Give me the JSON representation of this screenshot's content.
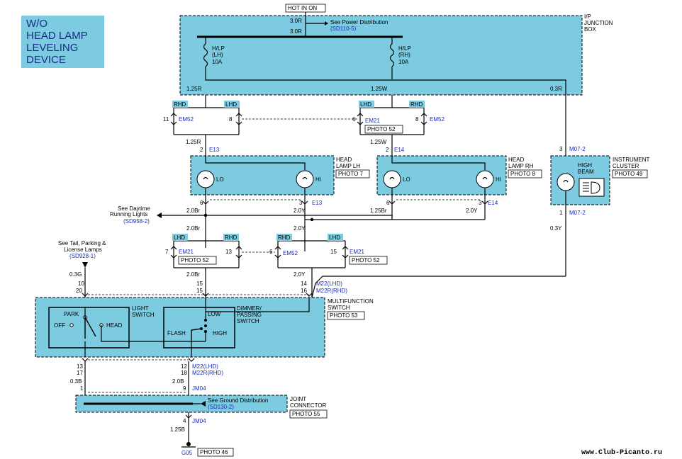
{
  "title": [
    "W/O",
    "HEAD LAMP",
    "LEVELING",
    "DEVICE"
  ],
  "hot_in_on": "HOT IN ON",
  "jbox": {
    "name": [
      "I/P",
      "JUNCTION",
      "BOX"
    ],
    "feed_top": "3.0R",
    "feed_bot": "3.0R",
    "see_power": "See Power Distribution",
    "power_ref": "(SD110-5)",
    "fuse_lh": [
      "H/LP",
      "(LH)",
      "10A"
    ],
    "fuse_rh": [
      "H/LP",
      "(RH)",
      "10A"
    ],
    "out_l": "1.25R",
    "out_c": "1.25W",
    "out_r": "0.3R"
  },
  "hdr_tags": {
    "rhd": "RHD",
    "lhd": "LHD"
  },
  "em52": "EM52",
  "em21": "EM21",
  "photo52": "PHOTO 52",
  "pins": {
    "p11": "11",
    "p8": "8",
    "p6": "6",
    "p2": "2",
    "p3": "3",
    "p7": "7",
    "p13": "13",
    "p15": "15",
    "p14": "14",
    "p16": "16",
    "p10": "10",
    "p20": "20",
    "p12": "12",
    "p18": "18",
    "p17": "17",
    "p1": "1",
    "p9": "9",
    "p4": "4"
  },
  "hl_lh": {
    "name": [
      "HEAD",
      "LAMP LH"
    ],
    "photo": "PHOTO 7",
    "conn": "E13",
    "lo": "LO",
    "hi": "HI",
    "wire_in": "1.25R",
    "wire_lo": "2.0Br",
    "wire_hi": "2.0Y",
    "conn2": "E13"
  },
  "hl_rh": {
    "name": [
      "HEAD",
      "LAMP RH"
    ],
    "photo": "PHOTO 8",
    "conn": "E14",
    "lo": "LO",
    "hi": "HI",
    "wire_in": "1.25W",
    "wire_lo": "1.25Br",
    "wire_hi": "2.0Y",
    "conn2": "E14"
  },
  "cluster": {
    "name": [
      "INSTRUMENT",
      "CLUSTER"
    ],
    "photo": "PHOTO 49",
    "conn_top": "M07-2",
    "conn_bot": "M07-2",
    "lamp": [
      "HIGH",
      "BEAM"
    ],
    "wire_out": "0.3Y"
  },
  "drl": {
    "lines": [
      "See  Daytime",
      "Running Lights"
    ],
    "ref": "(SD958-2)"
  },
  "tail": {
    "lines": [
      "See Tail, Parking &",
      "License Lamps"
    ],
    "ref": "(SD928-1)",
    "wire": "0.3G"
  },
  "mid_wires": {
    "w_br": "2.0Br",
    "w_y": "2.0Y",
    "w_br2": "2.0Br",
    "w_y2": "2.0Y"
  },
  "mfs": {
    "name": [
      "MULTIFUNCTION",
      "SWITCH"
    ],
    "photo": "PHOTO 53",
    "light_switch": [
      "LIGHT",
      "SWITCH"
    ],
    "park": "PARK",
    "off": "OFF",
    "head": "HEAD",
    "dimmer": [
      "DIMMER/",
      "PASSING",
      "SWITCH"
    ],
    "low": "LOW",
    "flash": "FLASH",
    "high": "HIGH",
    "conn_top_lhd": "M22(LHD)",
    "conn_top_rhd": "M22R(RHD)",
    "conn_bot_lhd": "M22(LHD)",
    "conn_bot_rhd": "M22R(RHD)"
  },
  "gnd_wires": {
    "w_l": "0.3B",
    "w_c": "2.0B",
    "w_bot": "1.25B"
  },
  "joint": {
    "name": [
      "JOINT",
      "CONNECTOR"
    ],
    "photo": "PHOTO 55",
    "conn_top": "JM04",
    "conn_bot": "JM04",
    "see_ground": "See Ground Distribution",
    "ground_ref": "(SD130-2)"
  },
  "ground": {
    "id": "G05",
    "photo": "PHOTO 46"
  },
  "watermark": "www.Club-Picanto.ru",
  "colors": {
    "fill": "#7dcbe0",
    "blue_text": "#1a2bbd",
    "title_text": "#1c2b8a"
  }
}
